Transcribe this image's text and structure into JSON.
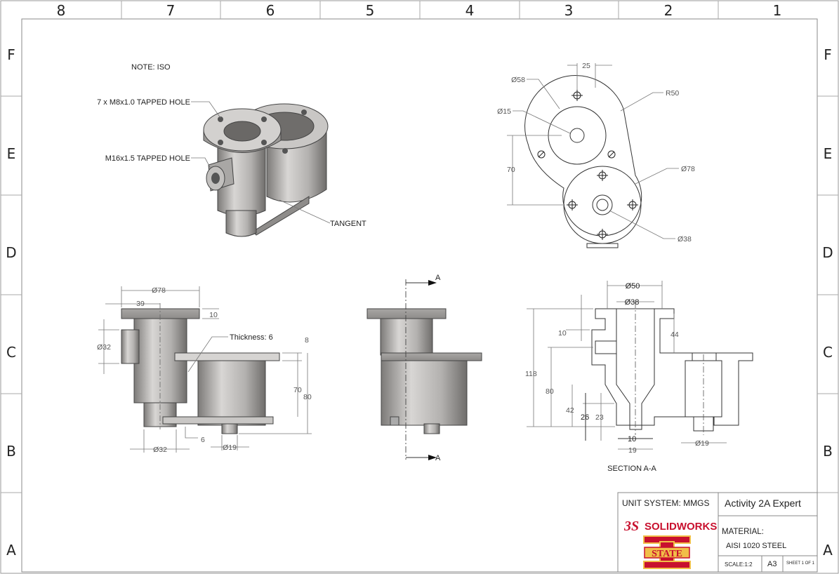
{
  "drawing": {
    "col_labels": [
      "8",
      "7",
      "6",
      "5",
      "4",
      "3",
      "2",
      "1"
    ],
    "row_labels": [
      "F",
      "E",
      "D",
      "C",
      "B",
      "A"
    ],
    "note": "NOTE: ISO",
    "callouts": {
      "tapped_7": "7 x M8x1.0 TAPPED HOLE",
      "tapped_m16": "M16x1.5 TAPPED HOLE",
      "tangent": "TANGENT",
      "thickness": "Thickness: 6"
    },
    "top_view": {
      "d58": "Ø58",
      "d15": "Ø15",
      "w25": "25",
      "r50": "R50",
      "h70": "70",
      "d78": "Ø78",
      "d38": "Ø38"
    },
    "front_view": {
      "d78": "Ø78",
      "w39": "39",
      "h10": "10",
      "d32_left": "Ø32",
      "d32_bottom": "Ø32",
      "w6": "6",
      "d19": "Ø19",
      "h8": "8",
      "h70": "70",
      "h80": "80"
    },
    "side_view": {
      "cut_a_top": "A",
      "cut_a_bottom": "A"
    },
    "section": {
      "title": "SECTION A-A",
      "d50": "Ø50",
      "d38": "Ø38",
      "h44": "44",
      "h10": "10",
      "h118": "118",
      "h80": "80",
      "h42": "42",
      "h26": "26",
      "h23": "23",
      "w10": "10",
      "w19": "19",
      "d19": "Ø19"
    }
  },
  "title_block": {
    "unit_system": "UNIT SYSTEM: MMGS",
    "title": "Activity 2A Expert",
    "material_label": "MATERIAL:",
    "material": "AISI 1020 STEEL",
    "scale": "SCALE:1:2",
    "size": "A3",
    "sheet": "SHEET 1 OF 1",
    "solidworks_logo": "SOLIDWORKS",
    "school_logo_text": "STATE"
  },
  "colors": {
    "metal_light": "#d8d6d4",
    "metal_dark": "#8d8b89",
    "logo_red": "#c8102e",
    "logo_gold": "#f1be48"
  }
}
